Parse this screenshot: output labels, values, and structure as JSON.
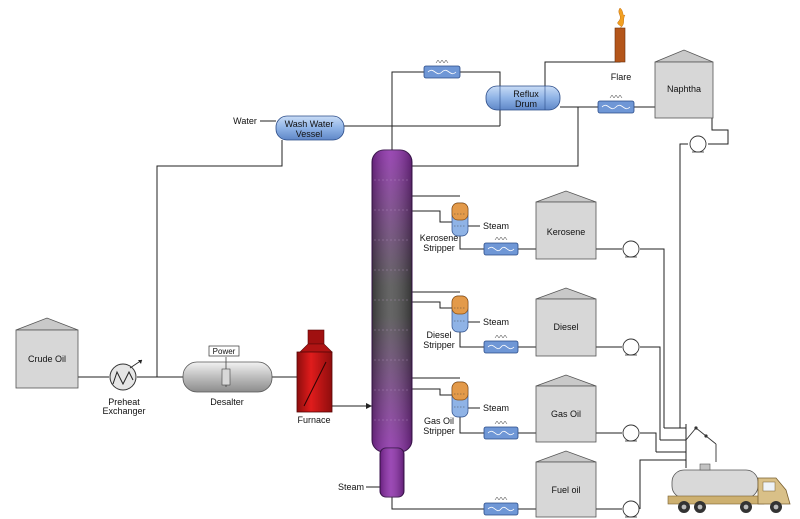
{
  "labels": {
    "crude_oil": "Crude Oil",
    "preheat_line1": "Preheat",
    "preheat_line2": "Exchanger",
    "power": "Power",
    "desalter": "Desalter",
    "furnace": "Furnace",
    "water": "Water",
    "wash_water_line1": "Wash Water",
    "wash_water_line2": "Vessel",
    "reflux_line1": "Reflux",
    "reflux_line2": "Drum",
    "flare": "Flare",
    "naphtha": "Naphtha",
    "kerosene": "Kerosene",
    "kerosene_stripper_line1": "Kerosene",
    "kerosene_stripper_line2": "Stripper",
    "diesel": "Diesel",
    "diesel_stripper_line1": "Diesel",
    "diesel_stripper_line2": "Stripper",
    "gas_oil": "Gas Oil",
    "gas_oil_stripper_line1": "Gas Oil",
    "gas_oil_stripper_line2": "Stripper",
    "fuel_oil": "Fuel oil",
    "steam_kerosene": "Steam",
    "steam_diesel": "Steam",
    "steam_gas_oil": "Steam",
    "steam_column": "Steam"
  },
  "colors": {
    "column_top": "#8a2aa8",
    "column_mid": "#4a4a4a",
    "column_bottom": "#8a2aa8",
    "furnace": "#cc1515",
    "furnace_top": "#a01010",
    "vessel_blue": "#8fb3e6",
    "stripper_orange": "#e39a4a",
    "stripper_blue": "#8fb3e6",
    "flare_stack": "#b4561a",
    "flame": "#f2a020",
    "tank": "#d7d7d7",
    "truck": "#d9c088"
  }
}
